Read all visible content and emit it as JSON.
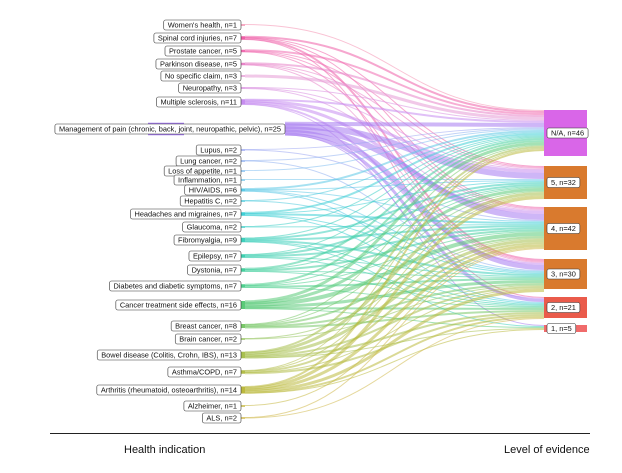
{
  "chart_data": {
    "type": "sankey",
    "left_axis_label": "Health indication",
    "right_axis_label": "Level of evidence",
    "sources": [
      {
        "label": "Women's health, n=1",
        "n": 1,
        "color": "#f48fb1"
      },
      {
        "label": "Spinal cord injuries, n=7",
        "n": 7,
        "color": "#ef5fa7"
      },
      {
        "label": "Prostate cancer, n=5",
        "n": 5,
        "color": "#f06bb0"
      },
      {
        "label": "Parkinson disease, n=5",
        "n": 5,
        "color": "#e884c8"
      },
      {
        "label": "No specific claim, n=3",
        "n": 3,
        "color": "#e59ad6"
      },
      {
        "label": "Neuropathy, n=3",
        "n": 3,
        "color": "#d98ee0"
      },
      {
        "label": "Multiple sclerosis, n=11",
        "n": 11,
        "color": "#c78df0"
      },
      {
        "label": "Management of pain (chronic, back, joint, neuropathic, pelvic), n=25",
        "n": 25,
        "color": "#a57af0"
      },
      {
        "label": "Lupus, n=2",
        "n": 2,
        "color": "#9aa6f2"
      },
      {
        "label": "Lung cancer, n=2",
        "n": 2,
        "color": "#8fb0f0"
      },
      {
        "label": "Loss of appetite, n=1",
        "n": 1,
        "color": "#82bdf0"
      },
      {
        "label": "Inflammation, n=1",
        "n": 1,
        "color": "#78c6ec"
      },
      {
        "label": "HIV/AIDS, n=6",
        "n": 6,
        "color": "#5cc9e6"
      },
      {
        "label": "Hepatitis C, n=2",
        "n": 2,
        "color": "#4fcbdd"
      },
      {
        "label": "Headaches and migraines, n=7",
        "n": 7,
        "color": "#3fcfd6"
      },
      {
        "label": "Glaucoma, n=2",
        "n": 2,
        "color": "#3fcfc8"
      },
      {
        "label": "Fibromyalgia, n=9",
        "n": 9,
        "color": "#3ecfbc"
      },
      {
        "label": "Epilepsy, n=7",
        "n": 7,
        "color": "#3fcfb0"
      },
      {
        "label": "Dystonia, n=7",
        "n": 7,
        "color": "#46cf9e"
      },
      {
        "label": "Diabetes and diabetic symptoms, n=7",
        "n": 7,
        "color": "#4fcf8e"
      },
      {
        "label": "Cancer treatment side effects, n=16",
        "n": 16,
        "color": "#5acb78"
      },
      {
        "label": "Breast cancer, n=8",
        "n": 8,
        "color": "#7ac86a"
      },
      {
        "label": "Brain cancer, n=2",
        "n": 2,
        "color": "#95c45e"
      },
      {
        "label": "Bowel disease (Colitis, Crohn, IBS), n=13",
        "n": 13,
        "color": "#a8c04e"
      },
      {
        "label": "Asthma/COPD, n=7",
        "n": 7,
        "color": "#b3bd48"
      },
      {
        "label": "Arthritis (rheumatoid, osteoarthritis), n=14",
        "n": 14,
        "color": "#bcb93e"
      },
      {
        "label": "Alzheimer, n=1",
        "n": 1,
        "color": "#c6b844"
      },
      {
        "label": "ALS, n=2",
        "n": 2,
        "color": "#d0b84a"
      }
    ],
    "targets": [
      {
        "label": "N/A, n=46",
        "n": 46,
        "color": "#d966e8"
      },
      {
        "label": "5, n=32",
        "n": 32,
        "color": "#d97a2e"
      },
      {
        "label": "4, n=42",
        "n": 42,
        "color": "#d97a2e"
      },
      {
        "label": "3, n=30",
        "n": 30,
        "color": "#d97a2e"
      },
      {
        "label": "2, n=21",
        "n": 21,
        "color": "#ea5b4b"
      },
      {
        "label": "1, n=5",
        "n": 5,
        "color": "#f06b6b"
      }
    ]
  }
}
